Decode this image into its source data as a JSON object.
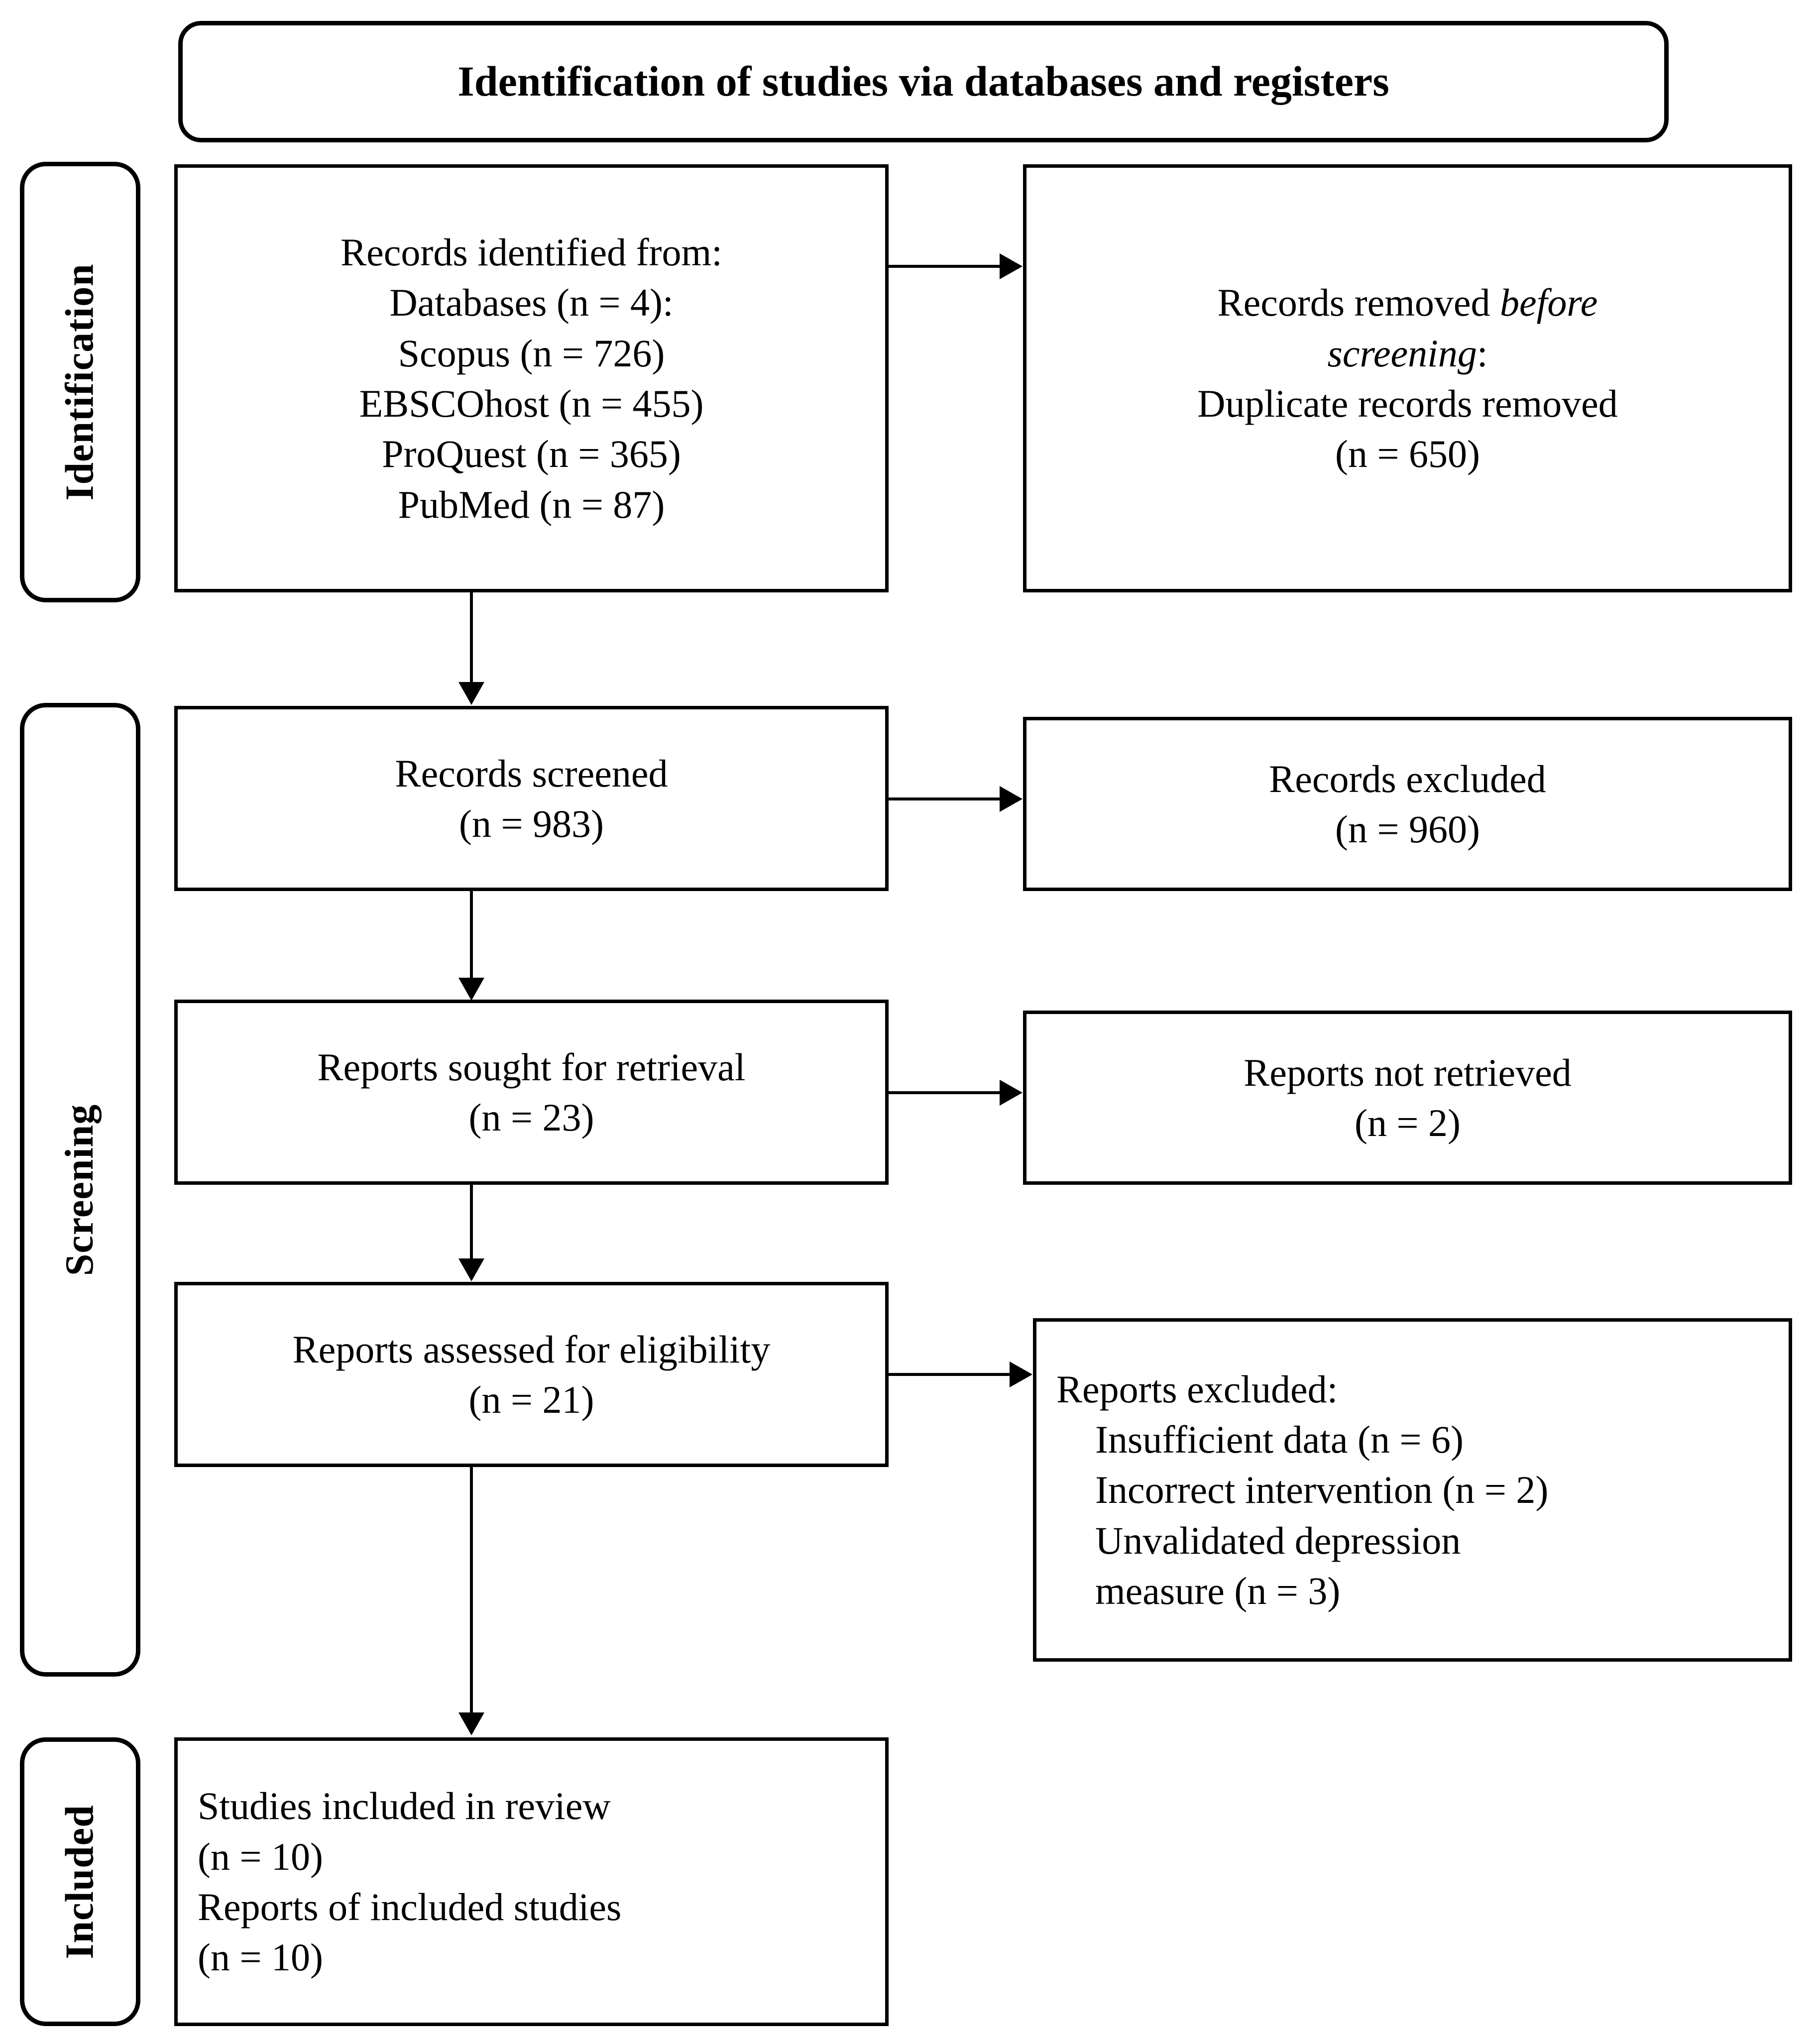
{
  "diagram": {
    "type": "prisma-flow-diagram",
    "title": "Identification of studies via databases and registers",
    "stages": [
      {
        "id": "identification",
        "label": "Identification"
      },
      {
        "id": "screening",
        "label": "Screening"
      },
      {
        "id": "included",
        "label": "Included"
      }
    ],
    "boxes": {
      "records_identified": {
        "text": "Records identified from:\nDatabases (n = 4):\nScopus (n = 726)\nEBSCOhost (n = 455)\nProQuest (n = 365)\nPubMed (n = 87)",
        "lines": [
          "Records identified from:",
          "Databases (n = 4):",
          "Scopus (n = 726)",
          "EBSCOhost (n = 455)",
          "ProQuest (n = 365)",
          "PubMed (n = 87)"
        ]
      },
      "records_removed": {
        "line1_pre": "Records removed ",
        "line1_italic": "before",
        "line2_italic": "screening",
        "line2_post": ":",
        "line3": "Duplicate records removed",
        "line4": "(n = 650)"
      },
      "records_screened": {
        "text": "Records screened\n(n = 983)"
      },
      "records_excluded": {
        "text": "Records excluded\n(n = 960)"
      },
      "reports_sought": {
        "text": "Reports sought for retrieval\n(n = 23)"
      },
      "reports_not_retrieved": {
        "text": "Reports not retrieved\n(n = 2)"
      },
      "reports_assessed": {
        "text": "Reports assessed for eligibility\n(n = 21)"
      },
      "reports_excluded": {
        "heading": "Reports excluded:",
        "items": [
          "Insufficient data (n = 6)",
          "Incorrect intervention (n = 2)",
          "Unvalidated depression",
          "measure (n = 3)"
        ]
      },
      "studies_included": {
        "text": "Studies included in review\n(n = 10)\nReports of included studies\n(n = 10)"
      }
    },
    "counts": {
      "databases": 4,
      "scopus": 726,
      "ebscohost": 455,
      "proquest": 365,
      "pubmed": 87,
      "duplicates_removed": 650,
      "records_screened": 983,
      "records_excluded": 960,
      "reports_sought": 23,
      "reports_not_retrieved": 2,
      "reports_assessed": 21,
      "excluded_insufficient_data": 6,
      "excluded_incorrect_intervention": 2,
      "excluded_unvalidated_measure": 3,
      "studies_included": 10,
      "reports_of_included_studies": 10
    },
    "colors": {
      "stroke": "#000000",
      "fill": "#ffffff",
      "text": "#000000"
    }
  }
}
